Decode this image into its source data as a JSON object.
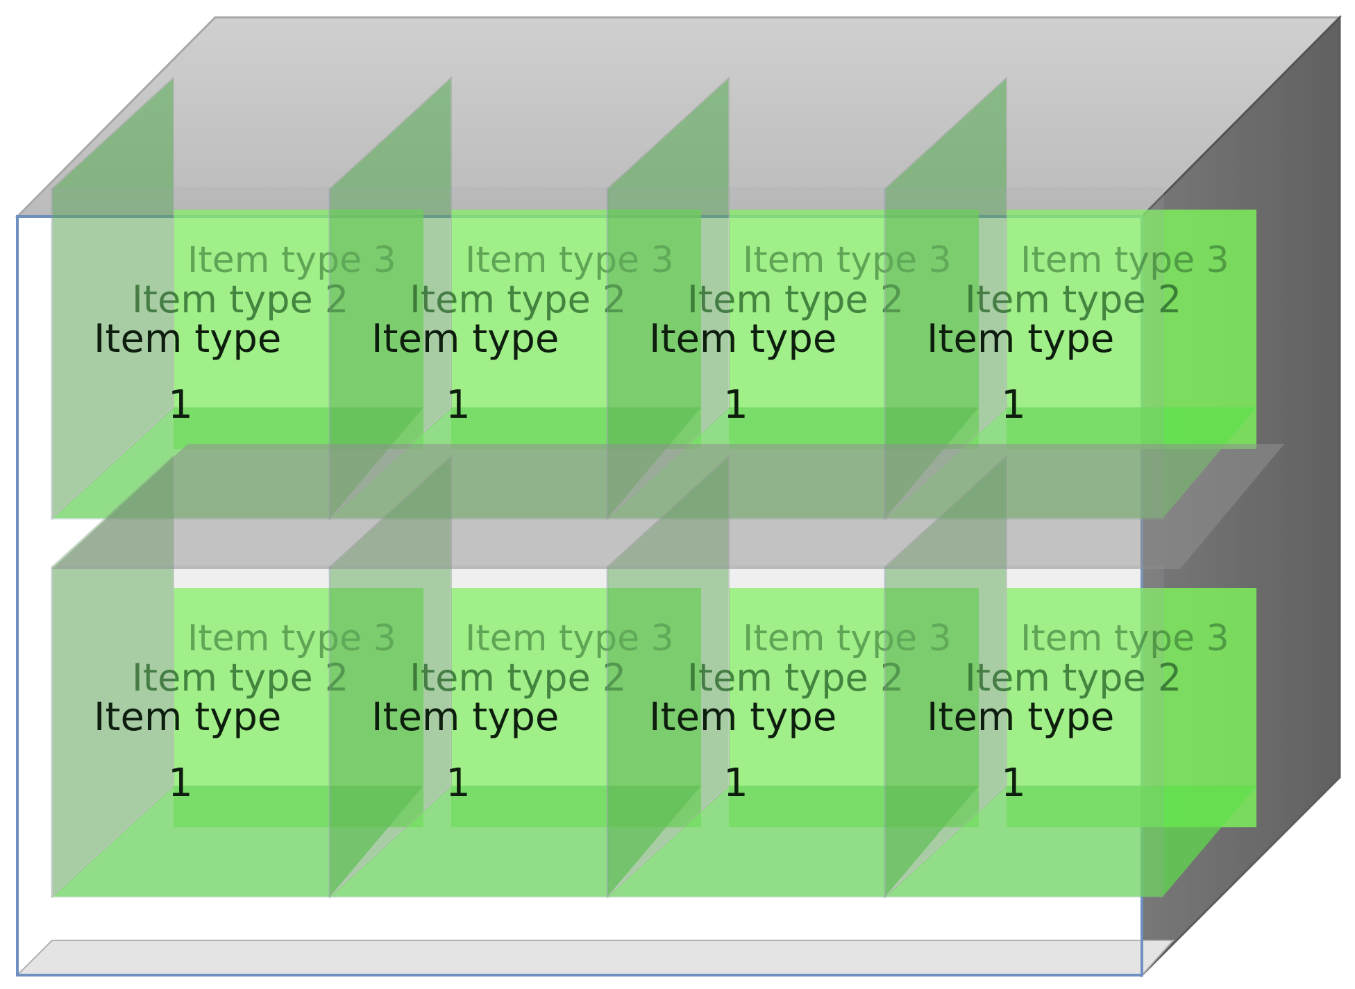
{
  "colors": {
    "frame_outline": "#6f8fc0",
    "frame_shadow": "#c9c9c9",
    "frame_side": "#5e5e5e",
    "green_bright": "#7dff5a",
    "green_mid": "#5ee04a",
    "green_dark": "#3fa63a",
    "gray_glass": "#a9a9a9",
    "text_dark": "#0e1e0e",
    "text_faded": "#2d6a2d"
  },
  "item_labels": {
    "type1_word": "Item type",
    "type1_num": "1",
    "type2_word": "Item type",
    "type2_num": "2",
    "type3_word": "Item type",
    "type3_num": "3"
  },
  "grid": {
    "rows": 2,
    "columns": 4
  },
  "cells": [
    {
      "label_word": "Item type",
      "label_num": "1"
    },
    {
      "label_word": "Item type",
      "label_num": "1"
    },
    {
      "label_word": "Item type",
      "label_num": "1"
    },
    {
      "label_word": "Item type",
      "label_num": "1"
    },
    {
      "label_word": "Item type",
      "label_num": "1"
    },
    {
      "label_word": "Item type",
      "label_num": "1"
    },
    {
      "label_word": "Item type",
      "label_num": "1"
    },
    {
      "label_word": "Item type",
      "label_num": "1"
    }
  ]
}
